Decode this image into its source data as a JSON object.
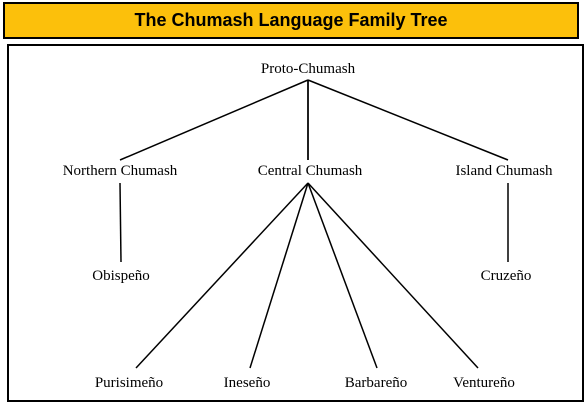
{
  "title": "The Chumash Language Family Tree",
  "nodes": {
    "root": "Proto-Chumash",
    "northern": "Northern Chumash",
    "central": "Central Chumash",
    "island": "Island Chumash",
    "obispeno": "Obispeño",
    "cruzeno": "Cruzeño",
    "purisimeno": "Purisimeño",
    "ineseno": "Ineseño",
    "barbareno": "Barbareño",
    "ventureno": "Ventureño"
  },
  "edges": [
    [
      "root",
      "northern"
    ],
    [
      "root",
      "central"
    ],
    [
      "root",
      "island"
    ],
    [
      "northern",
      "obispeno"
    ],
    [
      "island",
      "cruzeno"
    ],
    [
      "central",
      "purisimeno"
    ],
    [
      "central",
      "ineseno"
    ],
    [
      "central",
      "barbareno"
    ],
    [
      "central",
      "ventureno"
    ]
  ]
}
